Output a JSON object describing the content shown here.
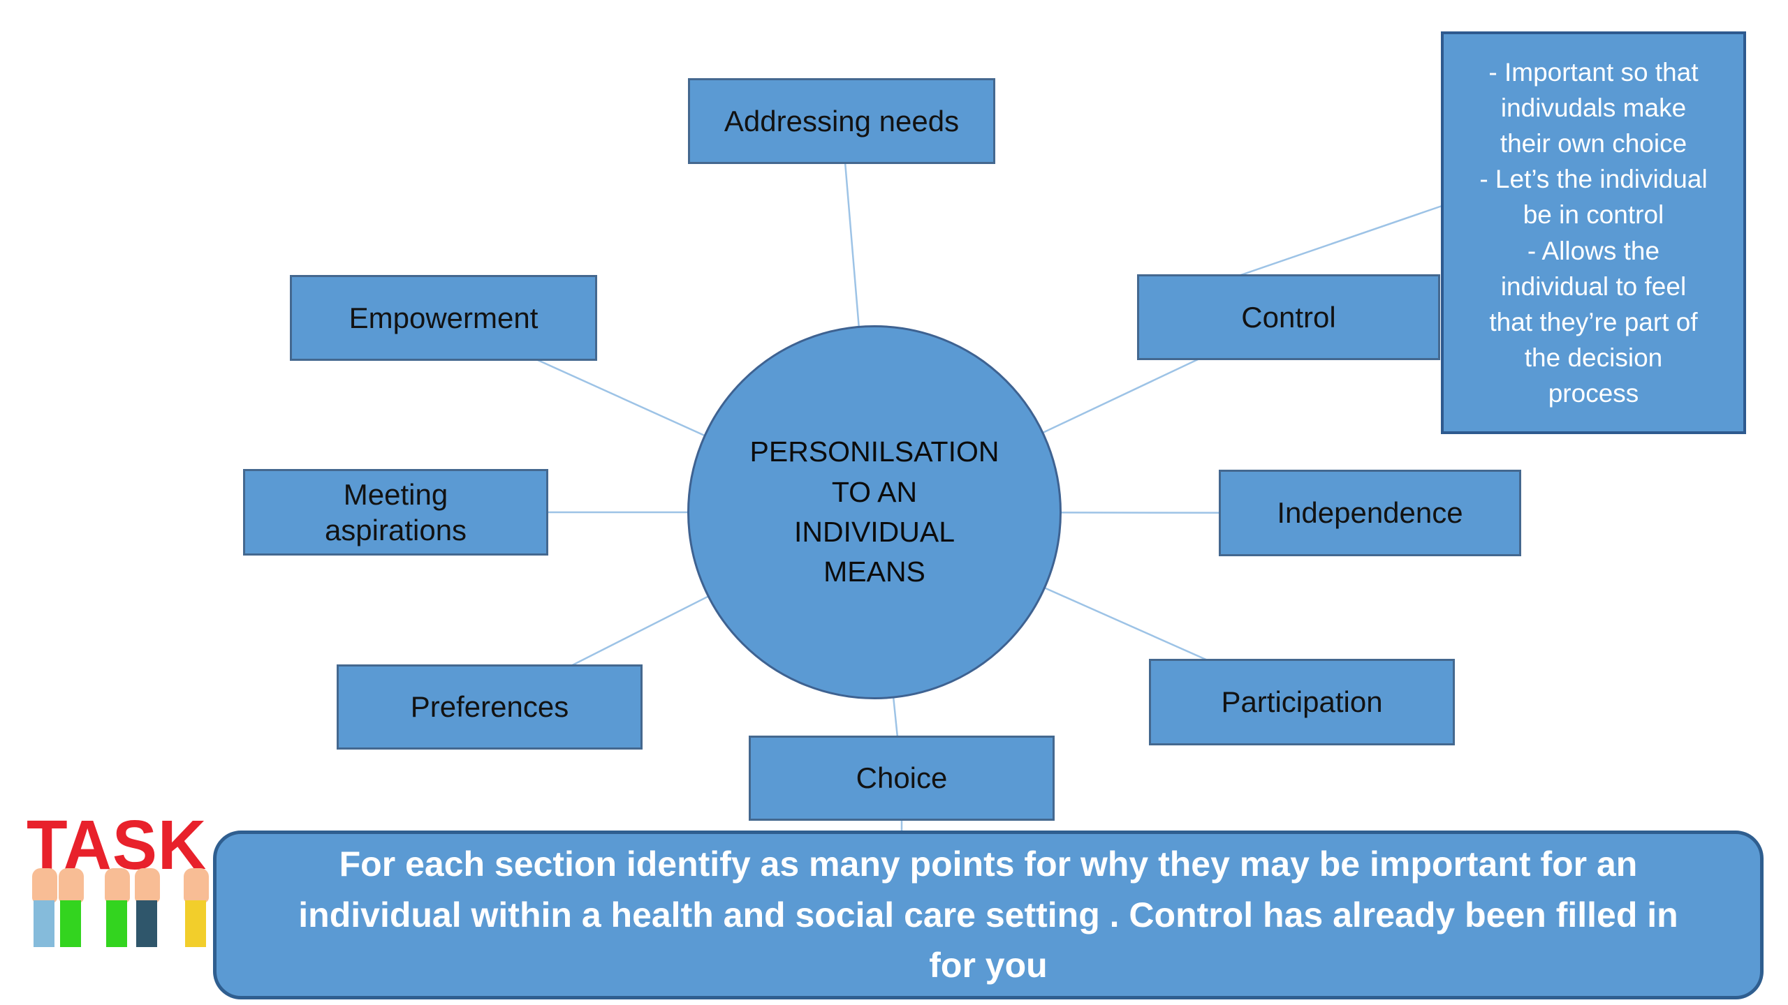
{
  "diagram": {
    "center_label": "PERSONILSATION\nTO AN\nINDIVIDUAL\nMEANS",
    "nodes": {
      "addressing_needs": {
        "label": "Addressing needs"
      },
      "empowerment": {
        "label": "Empowerment"
      },
      "control": {
        "label": "Control"
      },
      "meeting_aspirations": {
        "label": "Meeting\naspirations"
      },
      "independence": {
        "label": "Independence"
      },
      "preferences": {
        "label": "Preferences"
      },
      "participation": {
        "label": "Participation"
      },
      "choice": {
        "label": "Choice"
      }
    },
    "control_notes": {
      "items": [
        "-    Important so that\nindivudals make\ntheir own choice",
        "-   Let’s the individual\nbe in control",
        "-    Allows the\nindividual to feel\nthat they’re part of\nthe decision\nprocess"
      ]
    }
  },
  "task": {
    "icon_label": "TASK",
    "instruction": "For each section identify as many points for why they may be important for an\nindividual within a health and social care setting . Control has already been filled in\nfor you"
  },
  "colors": {
    "node_fill": "#5b9ad3",
    "node_border": "#44688f",
    "notes_border": "#2e5a8f",
    "banner_border": "#2f5e8f",
    "connector_line": "#9dc3e6",
    "node_text": "#121212",
    "notes_text": "#ffffff",
    "banner_text": "#ffffff",
    "task_red": "#e8212b",
    "hand_skin": "#f8bd95",
    "sleeves": [
      "#85bbdb",
      "#33d41f",
      "#33d41f",
      "#2f566b",
      "#f2ce2b"
    ]
  }
}
